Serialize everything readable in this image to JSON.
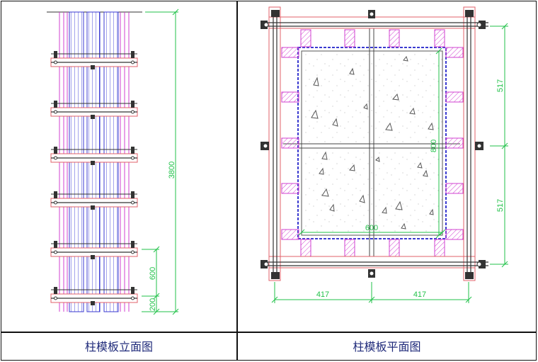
{
  "captions": {
    "elevation": "柱模板立面图",
    "plan": "柱模板平面图"
  },
  "elevation_dims": {
    "total_height": "3800",
    "clamp_spacing": "600",
    "bottom_offset": "200"
  },
  "plan_dims": {
    "depth": "800",
    "width": "600",
    "half_span_right_top": "517",
    "half_span_right_bottom": "517",
    "bottom_left": "417",
    "bottom_right": "417"
  },
  "colors": {
    "line": "#333333",
    "red": "#e0606a",
    "magenta": "#d040d0",
    "blue": "#3a3ad0",
    "green": "#22c24a"
  }
}
